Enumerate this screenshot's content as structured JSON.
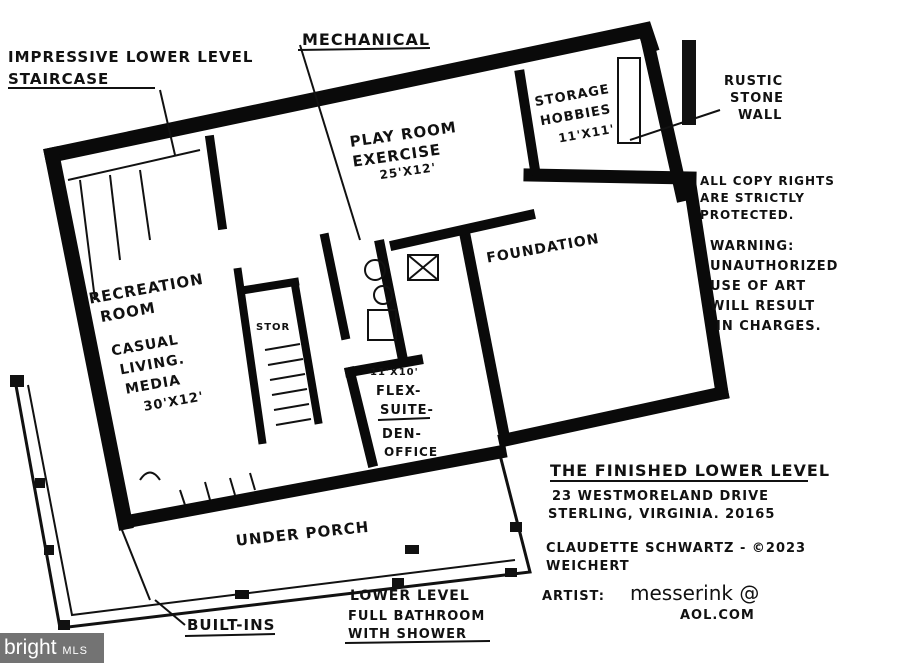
{
  "labels": {
    "staircase": [
      "Impressive Lower Level",
      "Staircase"
    ],
    "mechanical": "Mechanical",
    "play_room": [
      "Play Room",
      "Exercise",
      "25'x12'"
    ],
    "storage": [
      "Storage",
      "Hobbies",
      "11'x11'"
    ],
    "stone_wall": [
      "Rustic",
      "Stone",
      "Wall"
    ],
    "copyright_notice": [
      "All Copy Rights",
      "are Strictly",
      "Protected."
    ],
    "warning": [
      "Warning:",
      "Unauthorized",
      "use of Art",
      "will Result",
      "in Charges."
    ],
    "foundation": "Foundation",
    "recreation": [
      "Recreation",
      "Room",
      "Casual",
      "Living.",
      "Media",
      "30'x12'"
    ],
    "stor": "Stor",
    "flex_dim": "11'x10'",
    "flex": [
      "Flex-",
      "Suite-",
      "Den-",
      "Office"
    ],
    "under_porch": "Under Porch",
    "built_ins": "Built-Ins",
    "bathroom": [
      "Lower Level",
      "Full Bathroom",
      "with Shower"
    ]
  },
  "title_block": {
    "title": "The Finished Lower Level",
    "address1": "23 Westmoreland Drive",
    "address2": "Sterling, Virginia. 20165",
    "author1": "Claudette Schwartz - ©2023",
    "author2": "Weichert",
    "artist_label": "Artist:",
    "artist_email1": "messerink @",
    "artist_email2": "aol.com"
  },
  "watermark": {
    "brand": "bright",
    "suffix": "MLS"
  }
}
